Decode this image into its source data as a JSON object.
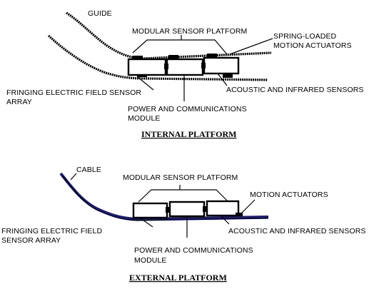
{
  "internal": {
    "guide_label": "GUIDE",
    "platform_label": "MODULAR SENSOR PLATFORM",
    "actuators_label_1": "SPRING-LOADED",
    "actuators_label_2": "MOTION ACTUATORS",
    "fringing_label_1": "FRINGING ELECTRIC FIELD SENSOR",
    "fringing_label_2": "ARRAY",
    "power_label_1": "POWER AND COMMUNICATIONS",
    "power_label_2": "MODULE",
    "acoustic_label": "ACOUSTIC AND INFRARED SENSORS",
    "caption": "INTERNAL PLATFORM"
  },
  "external": {
    "cable_label": "CABLE",
    "platform_label": "MODULAR SENSOR PLATFORM",
    "actuators_label": "MOTION ACTUATORS",
    "fringing_label_1": "FRINGING ELECTRIC FIELD",
    "fringing_label_2": "SENSOR ARRAY",
    "power_label_1": "POWER AND COMMUNICATIONS",
    "power_label_2": "MODULE",
    "acoustic_label": "ACOUSTIC AND INFRARED SENSORS",
    "caption": "EXTERNAL PLATFORM"
  },
  "colors": {
    "cable": "#1a1a7a",
    "ink": "#000000"
  }
}
